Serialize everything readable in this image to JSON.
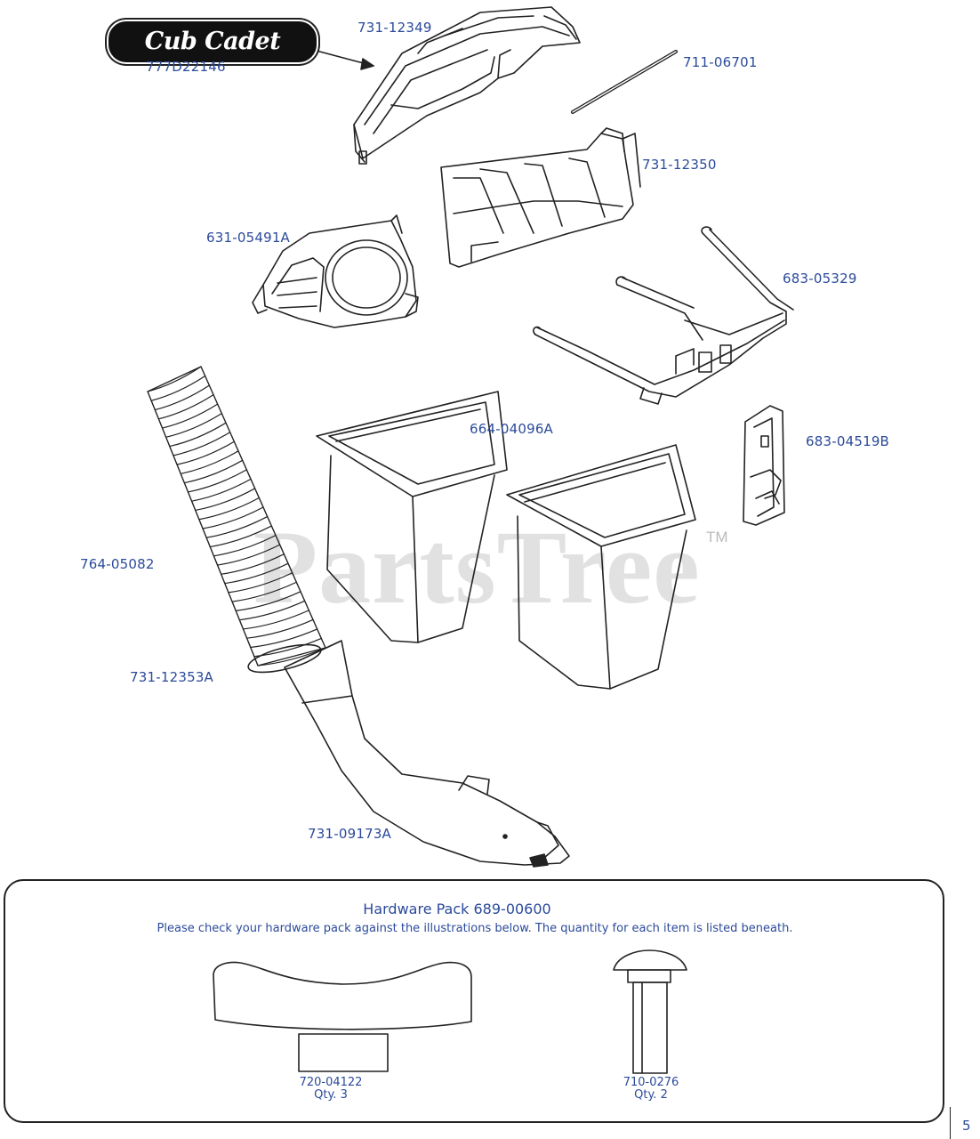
{
  "brand": {
    "logo_text": "Cub Cadet",
    "logo_part": "777D22146"
  },
  "watermark": {
    "text": "PartsTree",
    "tm": "TM"
  },
  "parts": [
    {
      "id": "731-12349"
    },
    {
      "id": "711-06701"
    },
    {
      "id": "731-12350"
    },
    {
      "id": "631-05491A"
    },
    {
      "id": "683-05329"
    },
    {
      "id": "664-04096A"
    },
    {
      "id": "683-04519B"
    },
    {
      "id": "764-05082"
    },
    {
      "id": "731-12353A"
    },
    {
      "id": "731-09173A"
    }
  ],
  "hardware": {
    "title": "Hardware Pack 689-00600",
    "instructions": "Please check your hardware pack against the illustrations below. The quantity for each item is listed beneath.",
    "items": [
      {
        "part": "720-04122",
        "qty": "Qty. 3"
      },
      {
        "part": "710-0276",
        "qty": "Qty. 2"
      }
    ]
  },
  "page_number": "5"
}
